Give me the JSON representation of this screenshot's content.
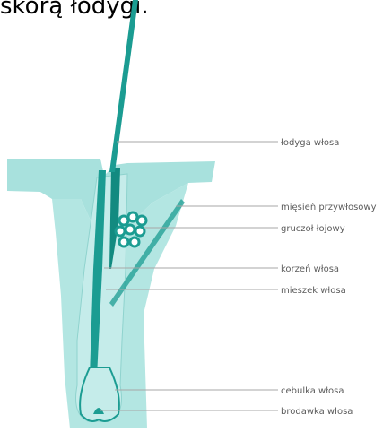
{
  "caption": "skórą łodygi.",
  "labels": {
    "shaft": "łodyga włosa",
    "arrector_muscle": "mięsień przywłosowy",
    "sebaceous_gland": "gruczoł łojowy",
    "root": "korzeń włosa",
    "follicle": "mieszek włosa",
    "bulb": "cebulka włosa",
    "papilla": "brodawka włosa"
  },
  "colors": {
    "skin": "#a8e1dd",
    "skin_light": "#c5ecea",
    "hair": "#1b9c92",
    "hair_dark": "#128a80",
    "leader": "#a7a7a7",
    "text": "#5b5b5b"
  }
}
